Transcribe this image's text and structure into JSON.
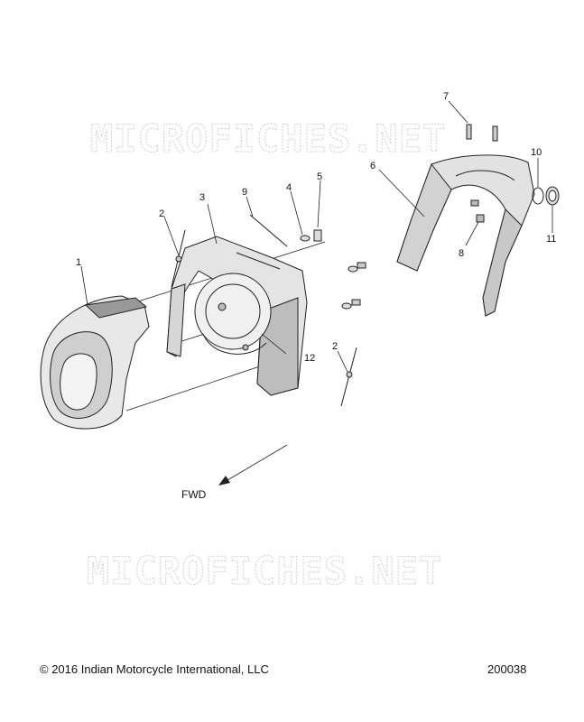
{
  "watermark": "MICROFICHES.NET",
  "direction_label": "FWD",
  "callouts": [
    {
      "id": "callout-1",
      "text": "1"
    },
    {
      "id": "callout-2a",
      "text": "2"
    },
    {
      "id": "callout-3",
      "text": "3"
    },
    {
      "id": "callout-9",
      "text": "9"
    },
    {
      "id": "callout-4",
      "text": "4"
    },
    {
      "id": "callout-5",
      "text": "5"
    },
    {
      "id": "callout-6",
      "text": "6"
    },
    {
      "id": "callout-7",
      "text": "7"
    },
    {
      "id": "callout-10",
      "text": "10"
    },
    {
      "id": "callout-11",
      "text": "11"
    },
    {
      "id": "callout-8",
      "text": "8"
    },
    {
      "id": "callout-12",
      "text": "12"
    },
    {
      "id": "callout-2b",
      "text": "2"
    }
  ],
  "footer": {
    "copyright": "© 2016 Indian Motorcycle International, LLC",
    "diagram_number": "200038"
  }
}
